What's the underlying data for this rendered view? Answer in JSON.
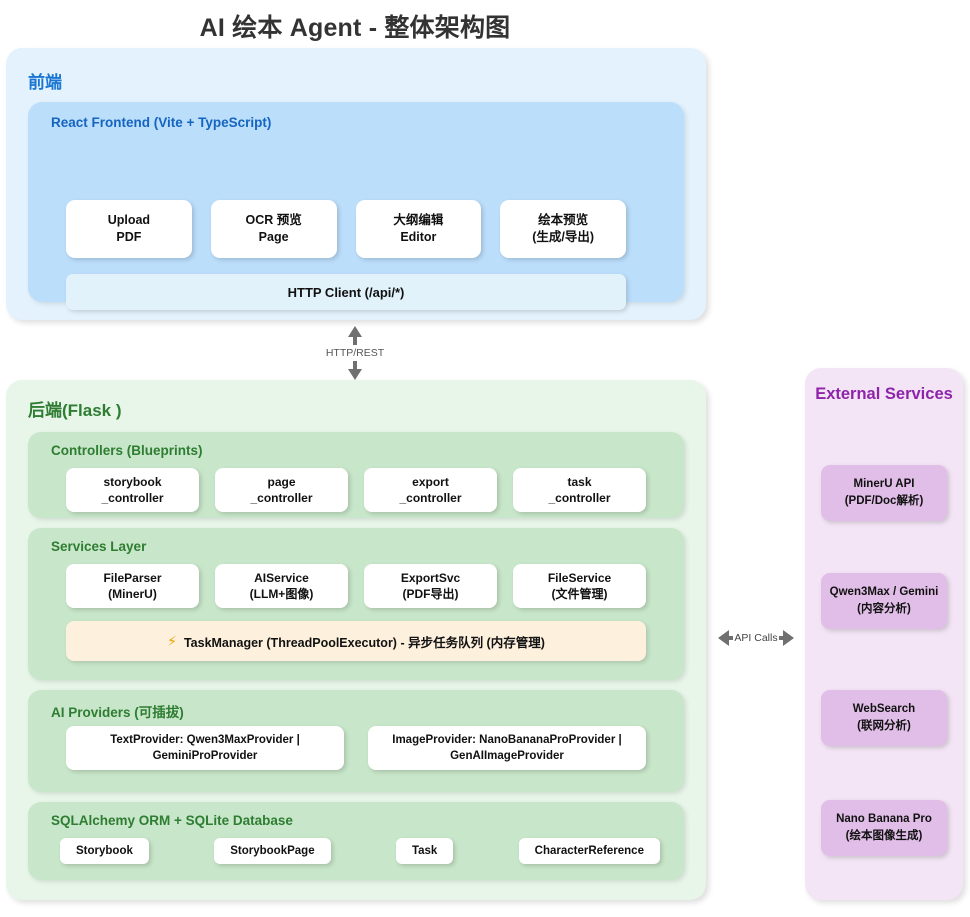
{
  "title": "AI 绘本 Agent - 整体架构图",
  "frontend": {
    "label": "前端",
    "inner_label": "React Frontend (Vite + TypeScript)",
    "cards": [
      {
        "line1": "Upload",
        "line2": "PDF"
      },
      {
        "line1": "OCR 预览",
        "line2": "Page"
      },
      {
        "line1": "大纲编辑",
        "line2": "Editor"
      },
      {
        "line1": "绘本预览",
        "line2": "(生成/导出)"
      }
    ],
    "http_client": "HTTP Client (/api/*)"
  },
  "connector_http": {
    "label": "HTTP/REST"
  },
  "backend": {
    "label": "后端(Flask )",
    "controllers": {
      "label": "Controllers (Blueprints)",
      "cards": [
        {
          "line1": "storybook",
          "line2": "_controller"
        },
        {
          "line1": "page",
          "line2": "_controller"
        },
        {
          "line1": "export",
          "line2": "_controller"
        },
        {
          "line1": "task",
          "line2": "_controller"
        }
      ]
    },
    "services": {
      "label": "Services Layer",
      "cards": [
        {
          "line1": "FileParser",
          "line2": "(MinerU)"
        },
        {
          "line1": "AIService",
          "line2": "(LLM+图像)"
        },
        {
          "line1": "ExportSvc",
          "line2": "(PDF导出)"
        },
        {
          "line1": "FileService",
          "line2": "(文件管理)"
        }
      ],
      "taskmanager_icon": "bolt-icon",
      "taskmanager": "TaskManager (ThreadPoolExecutor) - 异步任务队列 (内存管理)"
    },
    "providers": {
      "label": "AI Providers (可插拔)",
      "cards": [
        {
          "line1": "TextProvider: Qwen3MaxProvider |",
          "line2": "GeminiProProvider"
        },
        {
          "line1": "ImageProvider: NanoBananaProProvider |",
          "line2": "GenAIImageProvider"
        }
      ]
    },
    "database": {
      "label": "SQLAlchemy ORM + SQLite Database",
      "cards": [
        "Storybook",
        "StorybookPage",
        "Task",
        "CharacterReference"
      ]
    }
  },
  "connector_api": {
    "label": "API Calls"
  },
  "external": {
    "label": "External Services",
    "cards": [
      {
        "line1": "MinerU API",
        "line2": "(PDF/Doc解析)"
      },
      {
        "line1": "Qwen3Max / Gemini",
        "line2": "(内容分析)"
      },
      {
        "line1": "WebSearch",
        "line2": "(联网分析)"
      },
      {
        "line1": "Nano Banana Pro",
        "line2": "(绘本图像生成)"
      }
    ]
  },
  "colors": {
    "frontend_outer": "#e3f2fd",
    "frontend_inner": "#bbdefb",
    "frontend_accent": "#1976d2",
    "backend_outer": "#e8f5e9",
    "backend_section": "#c8e6c9",
    "backend_accent": "#2e7d32",
    "external_outer": "#f3e5f5",
    "external_card": "#e1bee7",
    "external_accent": "#8e24aa",
    "taskmanager": "#fdf0dd",
    "title": "#333333"
  }
}
